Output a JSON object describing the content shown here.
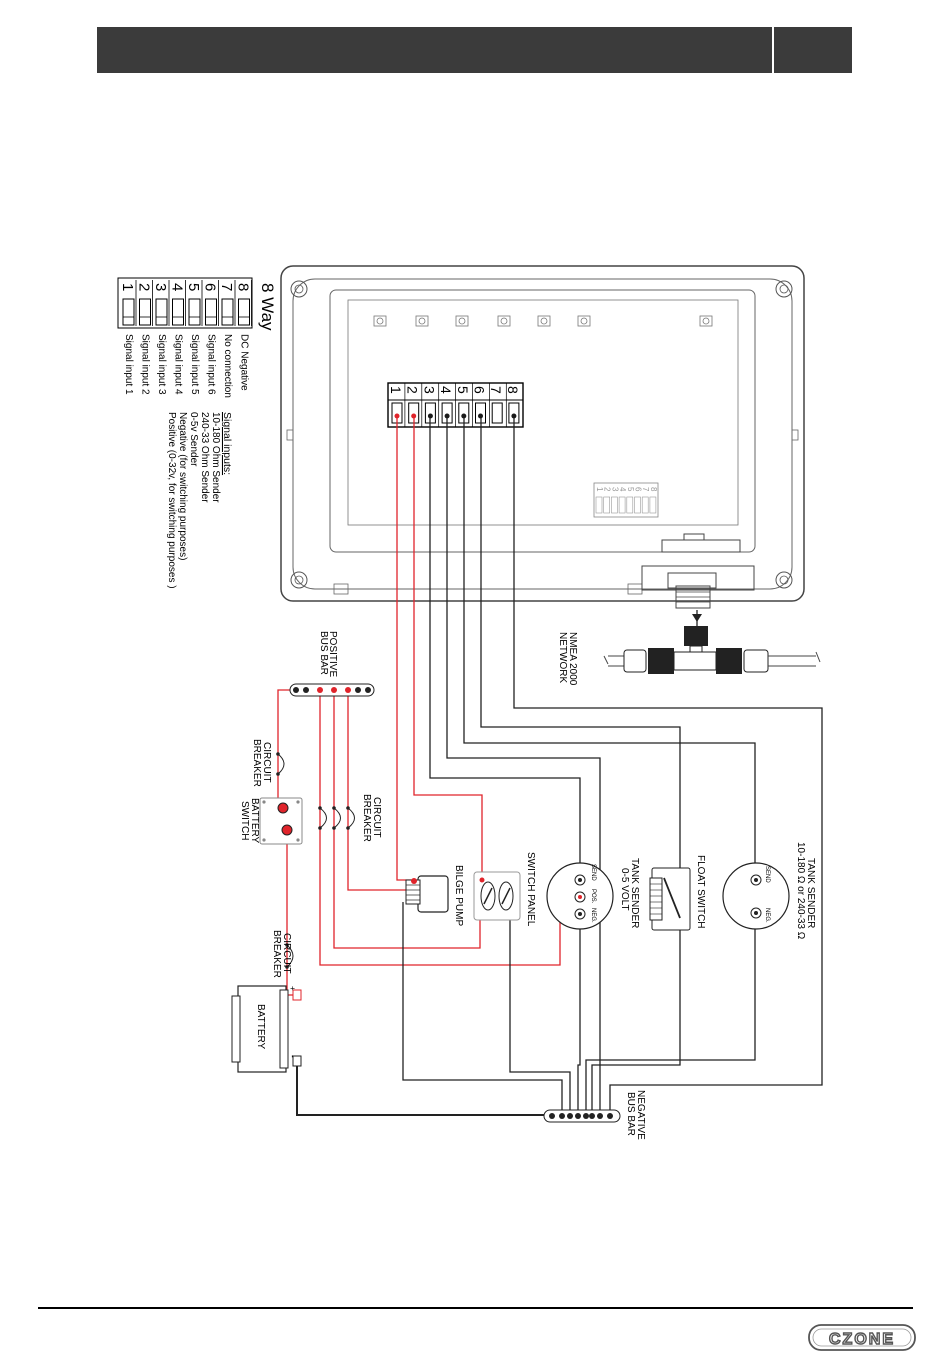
{
  "terminal_block": {
    "title": "8 Way",
    "numbers": [
      "1",
      "2",
      "3",
      "4",
      "5",
      "6",
      "7",
      "8"
    ],
    "pin_labels": [
      "Signal input 1",
      "Signal input 2",
      "Signal input 3",
      "Signal input 4",
      "Signal input 5",
      "Signal input 6",
      "No connection",
      "DC Negative"
    ]
  },
  "signal_inputs": {
    "heading": "Signal inputs:",
    "lines": [
      "10-180 Ohm Sender",
      "240-33 Ohm Sender",
      "0-5v Sender",
      "Negative (for switching purposes)",
      "Positive (0-32v, for switching purposes )"
    ]
  },
  "module": {
    "connector_numbers": [
      "1",
      "2",
      "3",
      "4",
      "5",
      "6",
      "7",
      "8"
    ],
    "dip_numbers": [
      "1",
      "2",
      "3",
      "4",
      "5",
      "6",
      "7",
      "8"
    ]
  },
  "nmea": {
    "label_line1": "NMEA 2000",
    "label_line2": "NETWORK"
  },
  "positive_bus": {
    "line1": "POSITIVE",
    "line2": "BUS BAR"
  },
  "negative_bus": {
    "line1": "NEGATIVE",
    "line2": "BUS BAR"
  },
  "breaker_left": {
    "line1": "CIRCUIT",
    "line2": "BREAKER"
  },
  "breaker_mid": {
    "line1": "CIRCUIT",
    "line2": "BREAKER"
  },
  "breaker_low": {
    "line1": "CIRCUIT",
    "line2": "BREAKER"
  },
  "battery_switch": {
    "line1": "BATTERY",
    "line2": "SWITCH"
  },
  "battery": {
    "label": "BATTERY",
    "plus": "+",
    "minus": "-"
  },
  "bilge_pump": {
    "label": "BILGE PUMP"
  },
  "switch_panel": {
    "label": "SWITCH PANEL"
  },
  "tank_sender_volt": {
    "line1": "TANK SENDER",
    "line2": "0-5 VOLT",
    "send": "SEND",
    "pos": "POS.",
    "neg": "NEG."
  },
  "float_switch": {
    "label": "FLOAT SWITCH"
  },
  "tank_sender_ohm": {
    "line1": "TANK SENDER",
    "line2": "10-180 Ω or 240-33 Ω",
    "send": "SEND",
    "neg": "NEG."
  },
  "logo": {
    "text": "CZONE"
  },
  "colors": {
    "red_wire": "#e0242b",
    "black_wire": "#1a1a1a",
    "header": "#3b3b3b"
  }
}
